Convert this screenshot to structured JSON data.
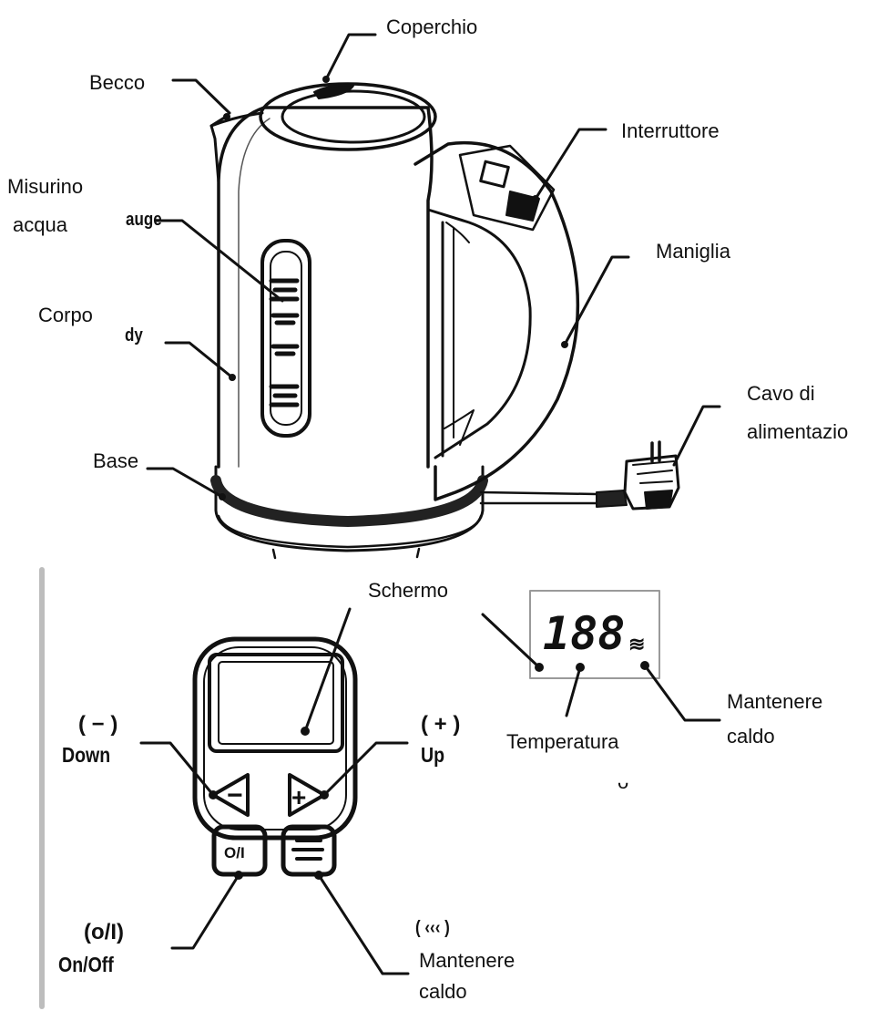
{
  "kettle_labels": {
    "coperchio": "Coperchio",
    "becco": "Becco",
    "interruttore": "Interruttore",
    "misurino_line1": "Misurino",
    "misurino_line2": "acqua",
    "gauge_fragment": "auge",
    "maniglia": "Maniglia",
    "corpo": "Corpo",
    "body_fragment": "dy",
    "cavo_line1": "Cavo di",
    "cavo_line2": "alimentazio",
    "base": "Base"
  },
  "panel_labels": {
    "schermo": "Schermo",
    "minus_paren": "( − )",
    "down": "Down",
    "plus_paren": "( + )",
    "up": "Up",
    "onoff_paren": "(o/I)",
    "onoff": "On/Off",
    "keepwarm_paren": "( ‹‹‹ )",
    "keepwarm_line1": "Mantenere",
    "keepwarm_line2": "caldo",
    "stray_glyph": "ᴗ"
  },
  "display_labels": {
    "digits": "188",
    "warm_symbol": "≋",
    "temperatura": "Temperatura",
    "mantenere_line1": "Mantenere",
    "mantenere_line2": "caldo"
  },
  "buttons": {
    "onoff_label": "O/I",
    "minus_symbol": "−",
    "plus_symbol": "+"
  }
}
